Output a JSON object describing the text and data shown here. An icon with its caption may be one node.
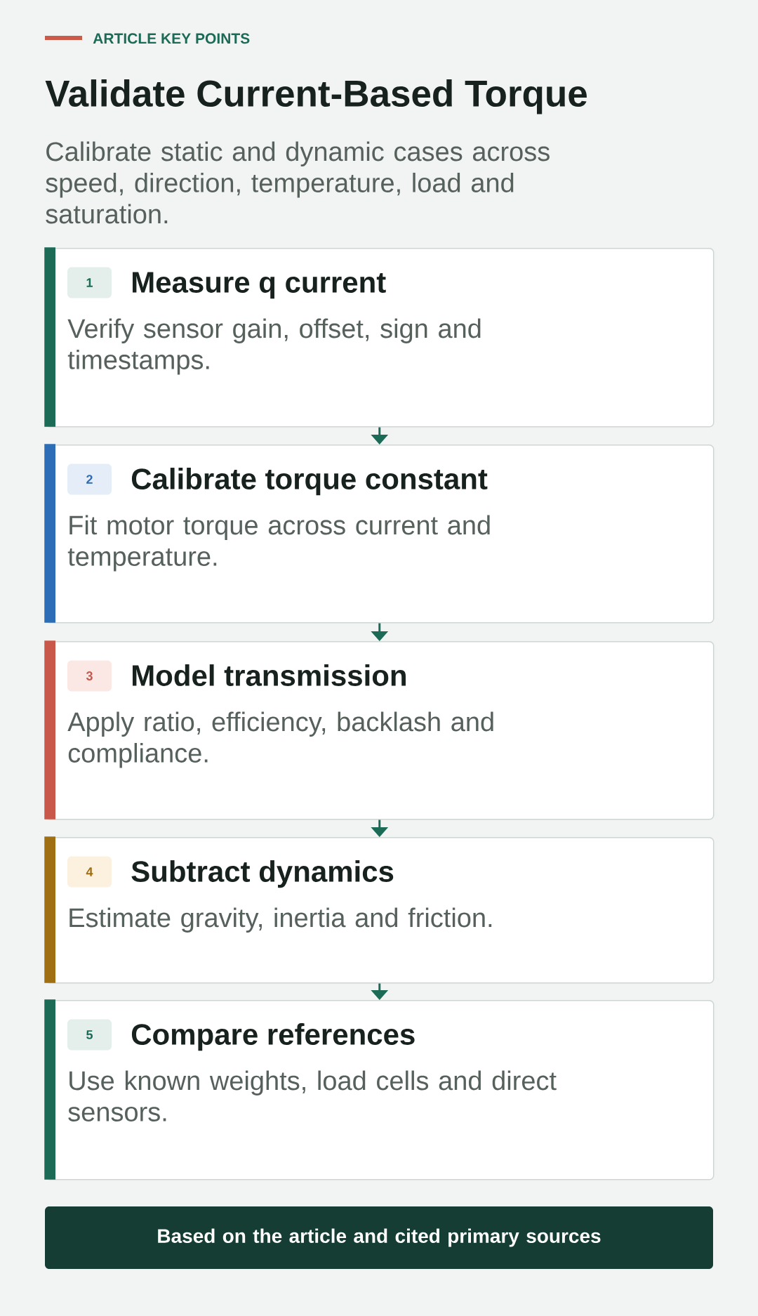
{
  "diagram": {
    "title": "Validate Current-Based Torque",
    "nodes": [
      {
        "text": [
          "Measure q current",
          "Verify sensor gain, offset, sign and timestamps."
        ]
      },
      {
        "text": [
          "1"
        ],
        "in": 0
      },
      {
        "text": [
          "Calibrate torque constant",
          "Fit motor torque across current and temperature."
        ]
      },
      {
        "text": [
          "2"
        ],
        "in": 2
      },
      {
        "text": [
          "Model transmission",
          "Apply ratio, efficiency, backlash and compliance."
        ]
      },
      {
        "text": [
          "3"
        ],
        "in": 4
      },
      {
        "text": [
          "Subtract dynamics",
          "Estimate gravity, inertia and friction."
        ]
      },
      {
        "text": [
          "4"
        ],
        "in": 6
      },
      {
        "text": [
          "Compare references",
          "Use known weights, load cells and direct sensors."
        ]
      },
      {
        "text": [
          "5"
        ],
        "in": 8
      },
      {
        "text": [
          "Based on the article and cited primary sources"
        ]
      }
    ],
    "edges": [
      {
        "from": 0,
        "to": 2,
        "arrow": "to"
      },
      {
        "from": 2,
        "to": 4,
        "arrow": "to"
      },
      {
        "from": 4,
        "to": 6,
        "arrow": "to"
      },
      {
        "from": 6,
        "to": 8,
        "arrow": "to"
      }
    ],
    "labels": [
      "ARTICLE KEY POINTS",
      "Calibrate static and dynamic cases across speed, direction, temperature, load and saturation."
    ]
  }
}
